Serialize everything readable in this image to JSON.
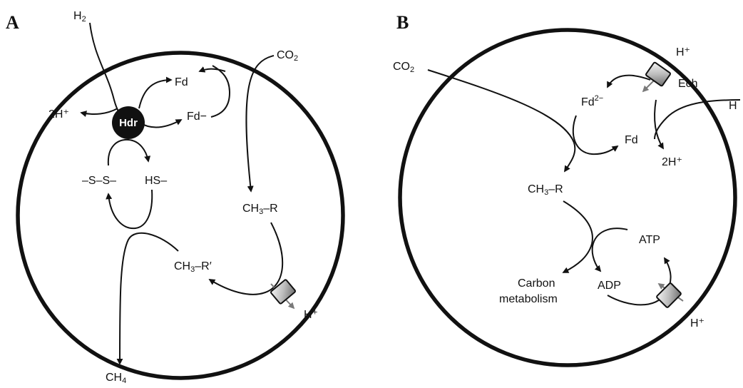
{
  "panel_a": {
    "letter": "A",
    "h2": "H",
    "h2_sub": "2",
    "co2": "CO",
    "co2_sub": "2",
    "fd": "Fd",
    "fd_minus": "Fd−",
    "two_h_plus": "2H⁺",
    "hdr": "Hdr",
    "disulfide": "–S–S–",
    "thiol": "HS–",
    "ch3r_a": "CH",
    "ch3r_b": "3",
    "ch3r_c": "–R",
    "ch3rp_a": "CH",
    "ch3rp_b": "3",
    "ch3rp_c": "–R′",
    "h_plus": "H⁺",
    "ch4_a": "CH",
    "ch4_b": "4"
  },
  "panel_b": {
    "letter": "B",
    "co2": "CO",
    "co2_sub": "2",
    "h_plus_top": "H⁺",
    "ech": "Ech",
    "h2": "H",
    "fd2minus_a": "Fd",
    "fd2minus_b": "2−",
    "fd": "Fd",
    "two_h_plus": "2H⁺",
    "ch3r_a": "CH",
    "ch3r_b": "3",
    "ch3r_c": "–R",
    "atp": "ATP",
    "adp": "ADP",
    "carbon": "Carbon",
    "metabolism": "metabolism",
    "h_plus_bottom": "H⁺"
  },
  "colors": {
    "ink": "#111111",
    "grey_arrow": "#7a7a7a",
    "transporter_fill": "#bdbdbd"
  }
}
